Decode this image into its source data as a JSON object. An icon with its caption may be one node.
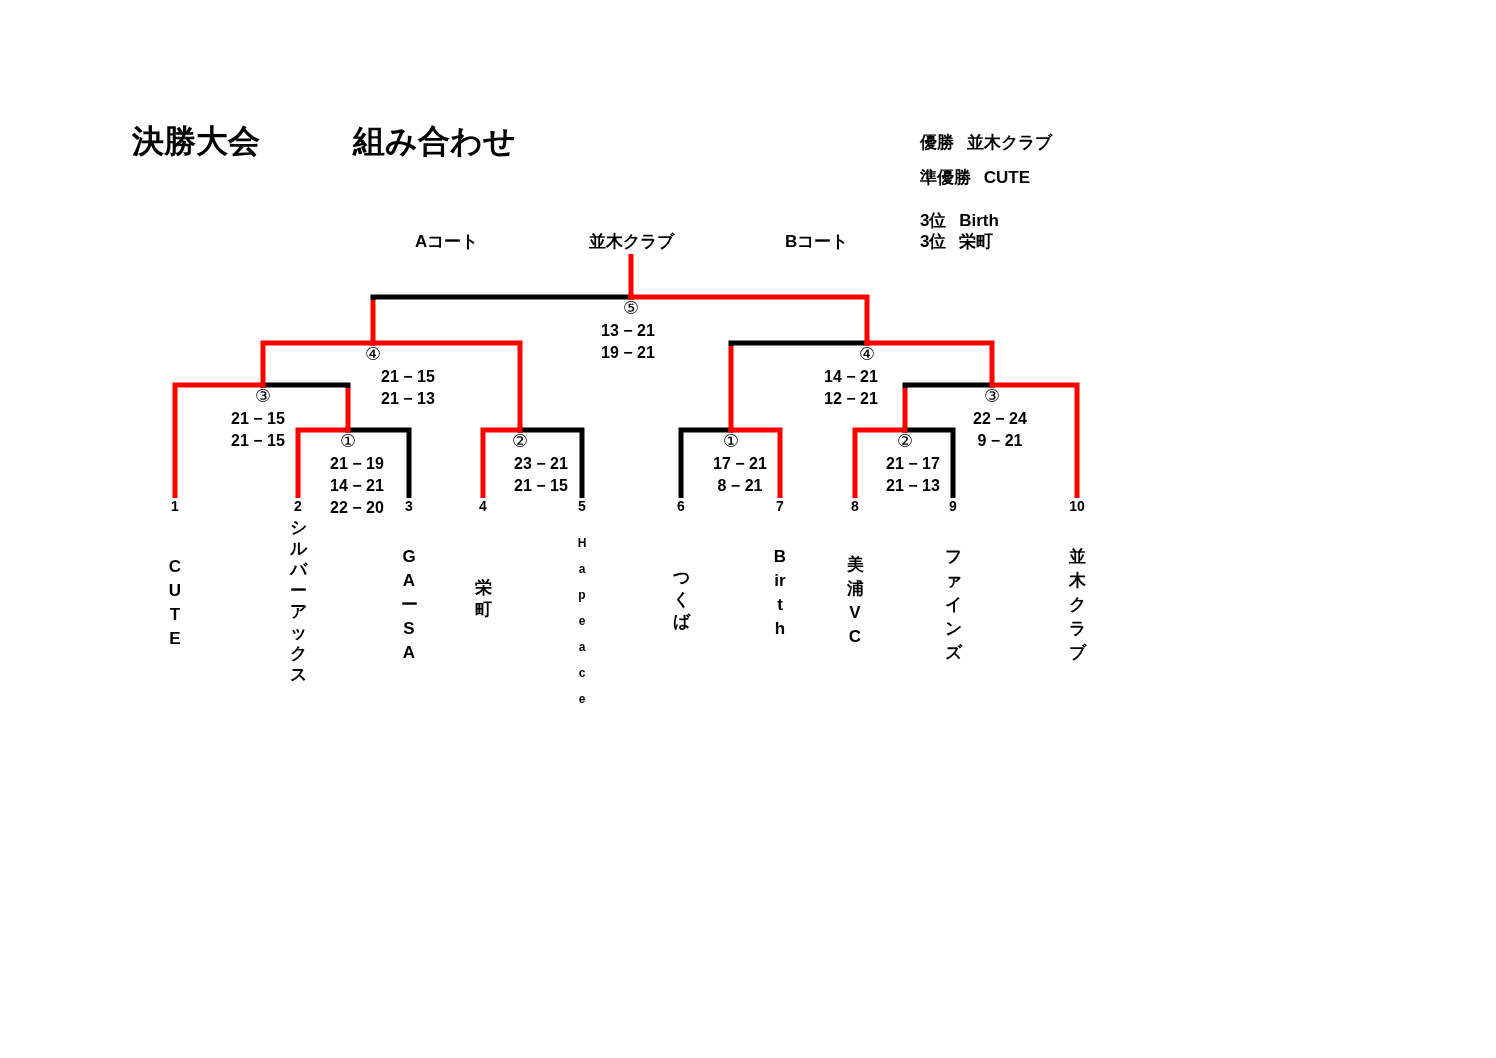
{
  "diagram": {
    "title": "決勝大会 組み合わせ",
    "nodes": [
      {
        "text": [
          "並木クラブ"
        ]
      },
      {
        "text": [
          "⑤",
          "13 − 21",
          "19 − 21"
        ]
      },
      {
        "text": [
          "④",
          "21 − 15",
          "21 − 13"
        ]
      },
      {
        "text": [
          "④",
          "14 − 21",
          "12 − 21"
        ]
      },
      {
        "text": [
          "③",
          "21 − 15",
          "21 − 15"
        ]
      },
      {
        "text": [
          "③",
          "22 − 24",
          "9 − 21"
        ]
      },
      {
        "text": [
          "①",
          "21 − 19",
          "14 − 21",
          "22 − 20"
        ]
      },
      {
        "text": [
          "②",
          "23 − 21",
          "21 − 15"
        ]
      },
      {
        "text": [
          "①",
          "17 − 21",
          "8 − 21"
        ]
      },
      {
        "text": [
          "②",
          "21 − 17",
          "21 − 13"
        ]
      },
      {
        "text": [
          "1",
          "CUTE"
        ]
      },
      {
        "text": [
          "2",
          "シルバーアックス"
        ]
      },
      {
        "text": [
          "3",
          "GAーSA"
        ]
      },
      {
        "text": [
          "4",
          "栄町"
        ]
      },
      {
        "text": [
          "5",
          "Hapeace"
        ]
      },
      {
        "text": [
          "6",
          "つくば"
        ]
      },
      {
        "text": [
          "7",
          "Birth"
        ]
      },
      {
        "text": [
          "8",
          "美浦VC"
        ]
      },
      {
        "text": [
          "9",
          "ファインズ"
        ]
      },
      {
        "text": [
          "10",
          "並木クラブ"
        ]
      }
    ],
    "edges": [
      {
        "from": 10,
        "to": 4,
        "arrow": "none"
      },
      {
        "from": 11,
        "to": 6,
        "arrow": "none"
      },
      {
        "from": 12,
        "to": 6,
        "arrow": "none",
        "color": "#000000"
      },
      {
        "from": 13,
        "to": 7,
        "arrow": "none"
      },
      {
        "from": 14,
        "to": 7,
        "arrow": "none",
        "color": "#000000"
      },
      {
        "from": 15,
        "to": 8,
        "arrow": "none",
        "color": "#000000"
      },
      {
        "from": 16,
        "to": 8,
        "arrow": "none"
      },
      {
        "from": 17,
        "to": 9,
        "arrow": "none"
      },
      {
        "from": 18,
        "to": 9,
        "arrow": "none",
        "color": "#000000"
      },
      {
        "from": 19,
        "to": 5,
        "arrow": "none"
      },
      {
        "from": 6,
        "to": 4,
        "arrow": "none",
        "color": "#000000"
      },
      {
        "from": 4,
        "to": 2,
        "arrow": "none"
      },
      {
        "from": 7,
        "to": 2,
        "arrow": "none"
      },
      {
        "from": 8,
        "to": 3,
        "arrow": "none",
        "color": "#000000"
      },
      {
        "from": 9,
        "to": 5,
        "arrow": "none",
        "color": "#000000"
      },
      {
        "from": 5,
        "to": 3,
        "arrow": "none"
      },
      {
        "from": 2,
        "to": 1,
        "arrow": "none",
        "color": "#000000"
      },
      {
        "from": 3,
        "to": 1,
        "arrow": "none"
      },
      {
        "from": 1,
        "to": 0,
        "arrow": "none"
      }
    ],
    "labels": [
      "優勝 並木クラブ",
      "準優勝 CUTE",
      "3位 Birth",
      "3位 栄町",
      "Aコート",
      "Bコート"
    ]
  }
}
